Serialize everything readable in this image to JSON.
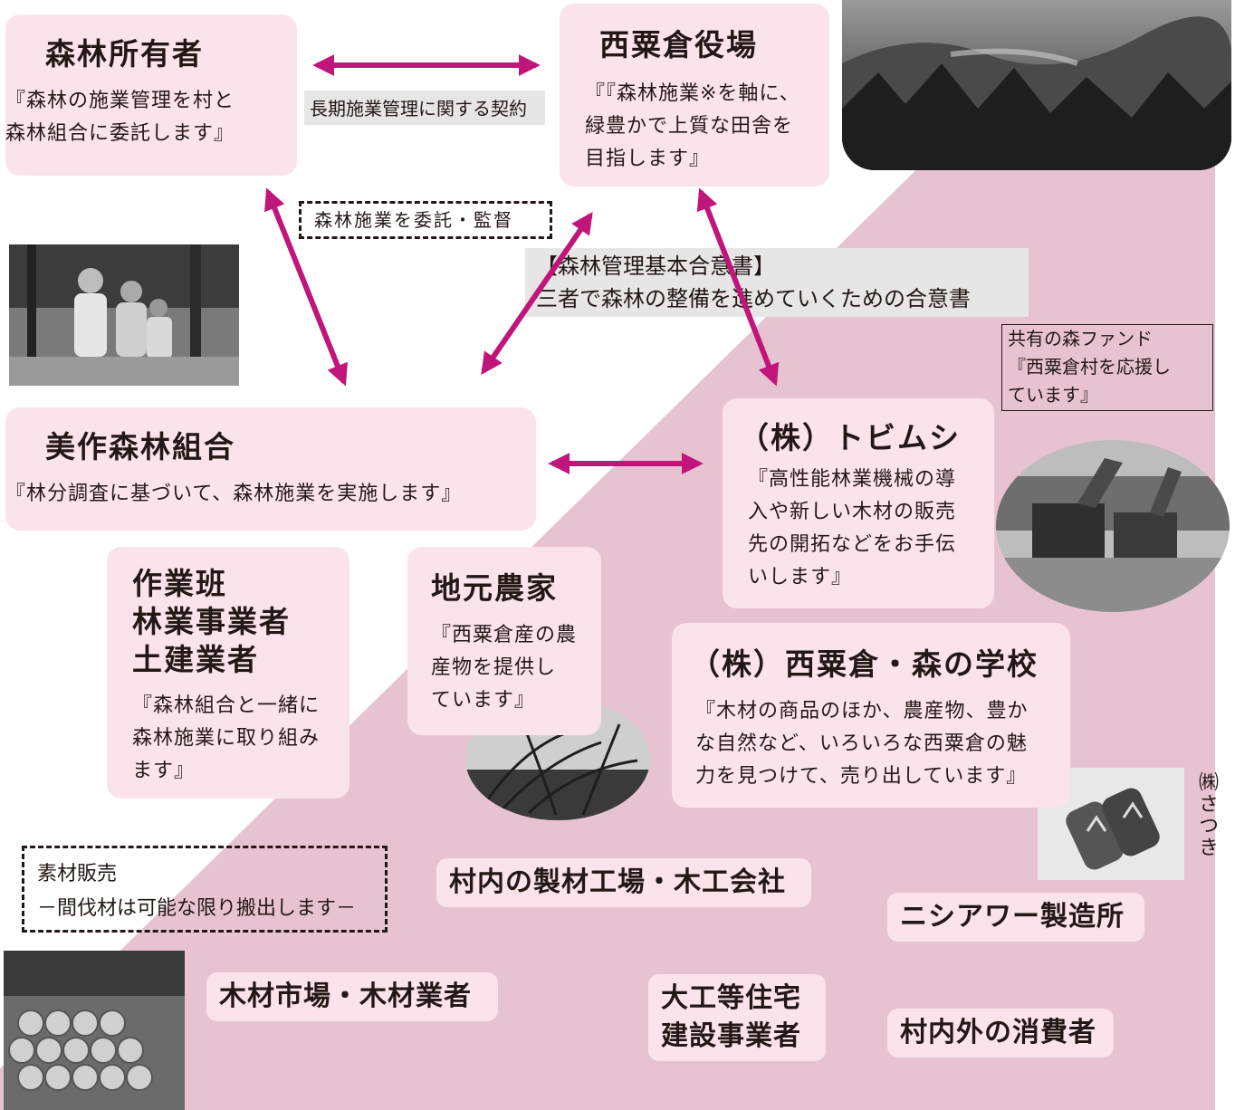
{
  "colors": {
    "accent": "#c0157a",
    "box_fill": "#fbe3ec",
    "band": "#e7c3d1",
    "grey_label": "#e6e6e6"
  },
  "nodes": {
    "owner": {
      "title": "森林所有者",
      "text": "『森林の施業管理を村と\n森林組合に委託します』"
    },
    "village": {
      "title": "西粟倉役場",
      "text": "『『森林施業※を軸に、\n緑豊かで上質な田舎を\n目指します』"
    },
    "union": {
      "title": "美作森林組合",
      "text": "『林分調査に基づいて、森林施業を実施します』"
    },
    "tobimushi": {
      "title": "（株）トビムシ",
      "text": "『高性能林業機械の導\n入や新しい木材の販売\n先の開拓などをお手伝\nいします』"
    },
    "workers": {
      "title": "作業班\n林業事業者\n土建業者",
      "text": "『森林組合と一緒に\n森林施業に取り組み\nます』"
    },
    "farmers": {
      "title": "地元農家",
      "text": "『西粟倉産の農\n産物を提供し\nています』"
    },
    "school": {
      "title": "（株）西粟倉・森の学校",
      "text": "『木材の商品のほか、農産物、豊か\nな自然など、いろいろな西粟倉の魅\n力を見つけて、売り出しています』"
    },
    "sawmill": {
      "title": "村内の製材工場・木工会社"
    },
    "nishiawa": {
      "title": "ニシアワー製造所"
    },
    "market": {
      "title": "木材市場・木材業者"
    },
    "builders": {
      "title": "大工等住宅\n建設事業者"
    },
    "consumers": {
      "title": "村内外の消費者"
    }
  },
  "labels": {
    "contract": "長期施業管理に関する契約",
    "entrust": "森林施業を委託・監督",
    "agreement": "【森林管理基本合意書】\n三者で森林の整備を進めていくための合意書",
    "fund": "共有の森ファンド\n『西粟倉村を応援し\nています』",
    "material_sales": "素材販売\n－間伐材は可能な限り搬出します－",
    "satsuki": "㈱さつき"
  },
  "photos": [
    "forest-landscape-photo",
    "forest-workers-photo",
    "forestry-machine-photo",
    "rice-plant-photo",
    "wooden-geta-photo",
    "log-pile-photo"
  ]
}
